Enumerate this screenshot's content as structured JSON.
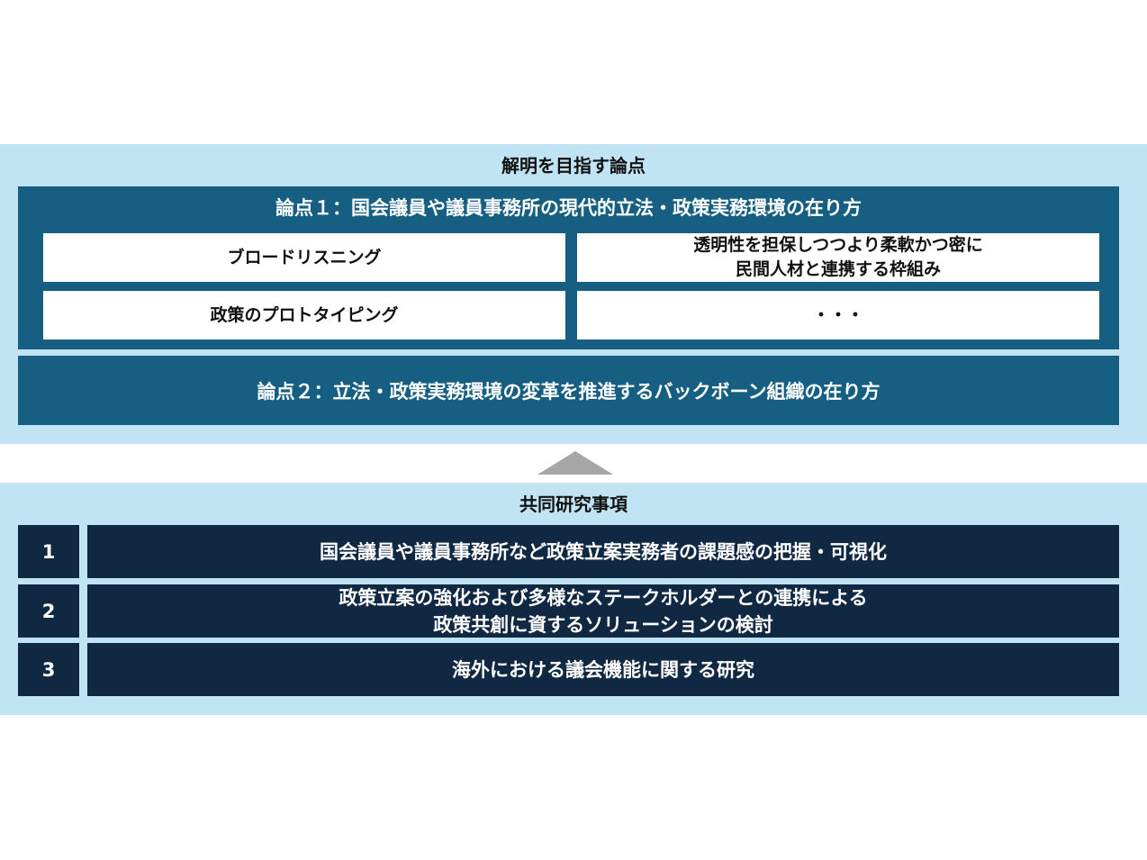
{
  "colors": {
    "light_panel": "#C1E4F4",
    "mid_panel": "#175F82",
    "navy_row": "#112843",
    "arrow": "#A6A6A6"
  },
  "issues_section": {
    "heading": "解明を目指す論点",
    "issue1": {
      "title": "論点１：国会議員や議員事務所の現代的立法・政策実務環境の在り方",
      "items": [
        {
          "line1": "ブロードリスニング",
          "line2": ""
        },
        {
          "line1": "透明性を担保しつつより柔軟かつ密に",
          "line2": "民間人材と連携する枠組み"
        },
        {
          "line1": "政策のプロトタイピング",
          "line2": ""
        },
        {
          "line1": "・・・",
          "line2": ""
        }
      ]
    },
    "issue2": {
      "title": "論点２：立法・政策実務環境の変革を推進するバックボーン組織の在り方"
    }
  },
  "arrow": {
    "icon": "up-triangle-arrow-icon"
  },
  "research_section": {
    "heading": "共同研究事項",
    "rows": [
      {
        "number": "1",
        "line1": "国会議員や議員事務所など政策立案実務者の課題感の把握・可視化",
        "line2": ""
      },
      {
        "number": "2",
        "line1": "政策立案の強化および多様なステークホルダーとの連携による",
        "line2": "政策共創に資するソリューションの検討"
      },
      {
        "number": "3",
        "line1": "海外における議会機能に関する研究",
        "line2": ""
      }
    ]
  }
}
